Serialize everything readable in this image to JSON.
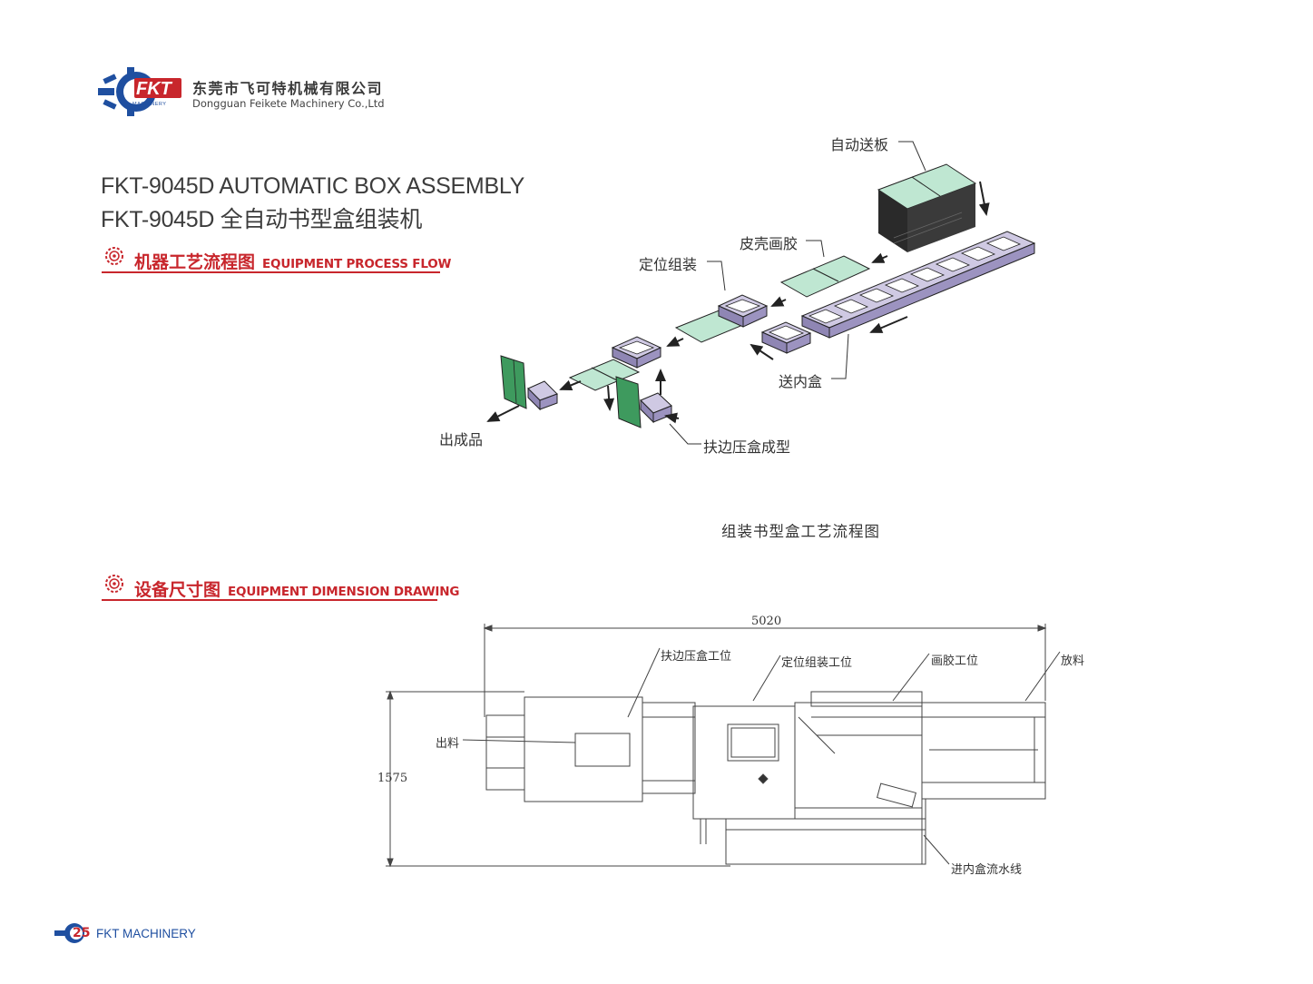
{
  "brand": {
    "name_cn": "东莞市飞可特机械有限公司",
    "name_en": "Dongguan Feikete Machinery Co.,Ltd",
    "logo_text": "FKT",
    "logo_sub": "MACHINERY"
  },
  "title": {
    "line1": "FKT-9045D AUTOMATIC BOX ASSEMBLY",
    "line2": "FKT-9045D 全自动书型盒组装机"
  },
  "section1": {
    "title_cn": "机器工艺流程图",
    "title_en": "EQUIPMENT PROCESS FLOW"
  },
  "process_labels": {
    "auto_feed": "自动送板",
    "shell_glue": "皮壳画胶",
    "position_assembly": "定位组装",
    "feed_inner_box": "送内盒",
    "finished_output": "出成品",
    "edge_press_forming": "扶边压盒成型"
  },
  "process_caption": "组装书型盒工艺流程图",
  "section2": {
    "title_cn": "设备尺寸图",
    "title_en": "EQUIPMENT DIMENSION DRAWING"
  },
  "dimension": {
    "length": "5020",
    "width": "1575",
    "labels": {
      "edge_press_station": "扶边压盒工位",
      "position_station": "定位组装工位",
      "glue_station": "画胶工位",
      "feeding": "放料",
      "output": "出料",
      "inner_box_line": "进内盒流水线"
    }
  },
  "footer": {
    "page": "25",
    "text": "FKT MACHINERY"
  },
  "colors": {
    "accent": "#c8262c",
    "footer_blue": "#1f4fa0",
    "green_board": "#3e9a5e",
    "purple_box": "#8f86b4"
  }
}
